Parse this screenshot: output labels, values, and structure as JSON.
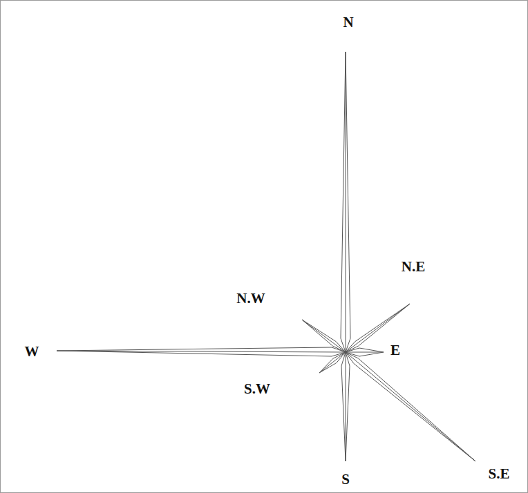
{
  "diagram": {
    "labels": [
      "N",
      "N.E",
      "N.W",
      "W",
      "E",
      "S.W",
      "S",
      "S.E"
    ]
  }
}
